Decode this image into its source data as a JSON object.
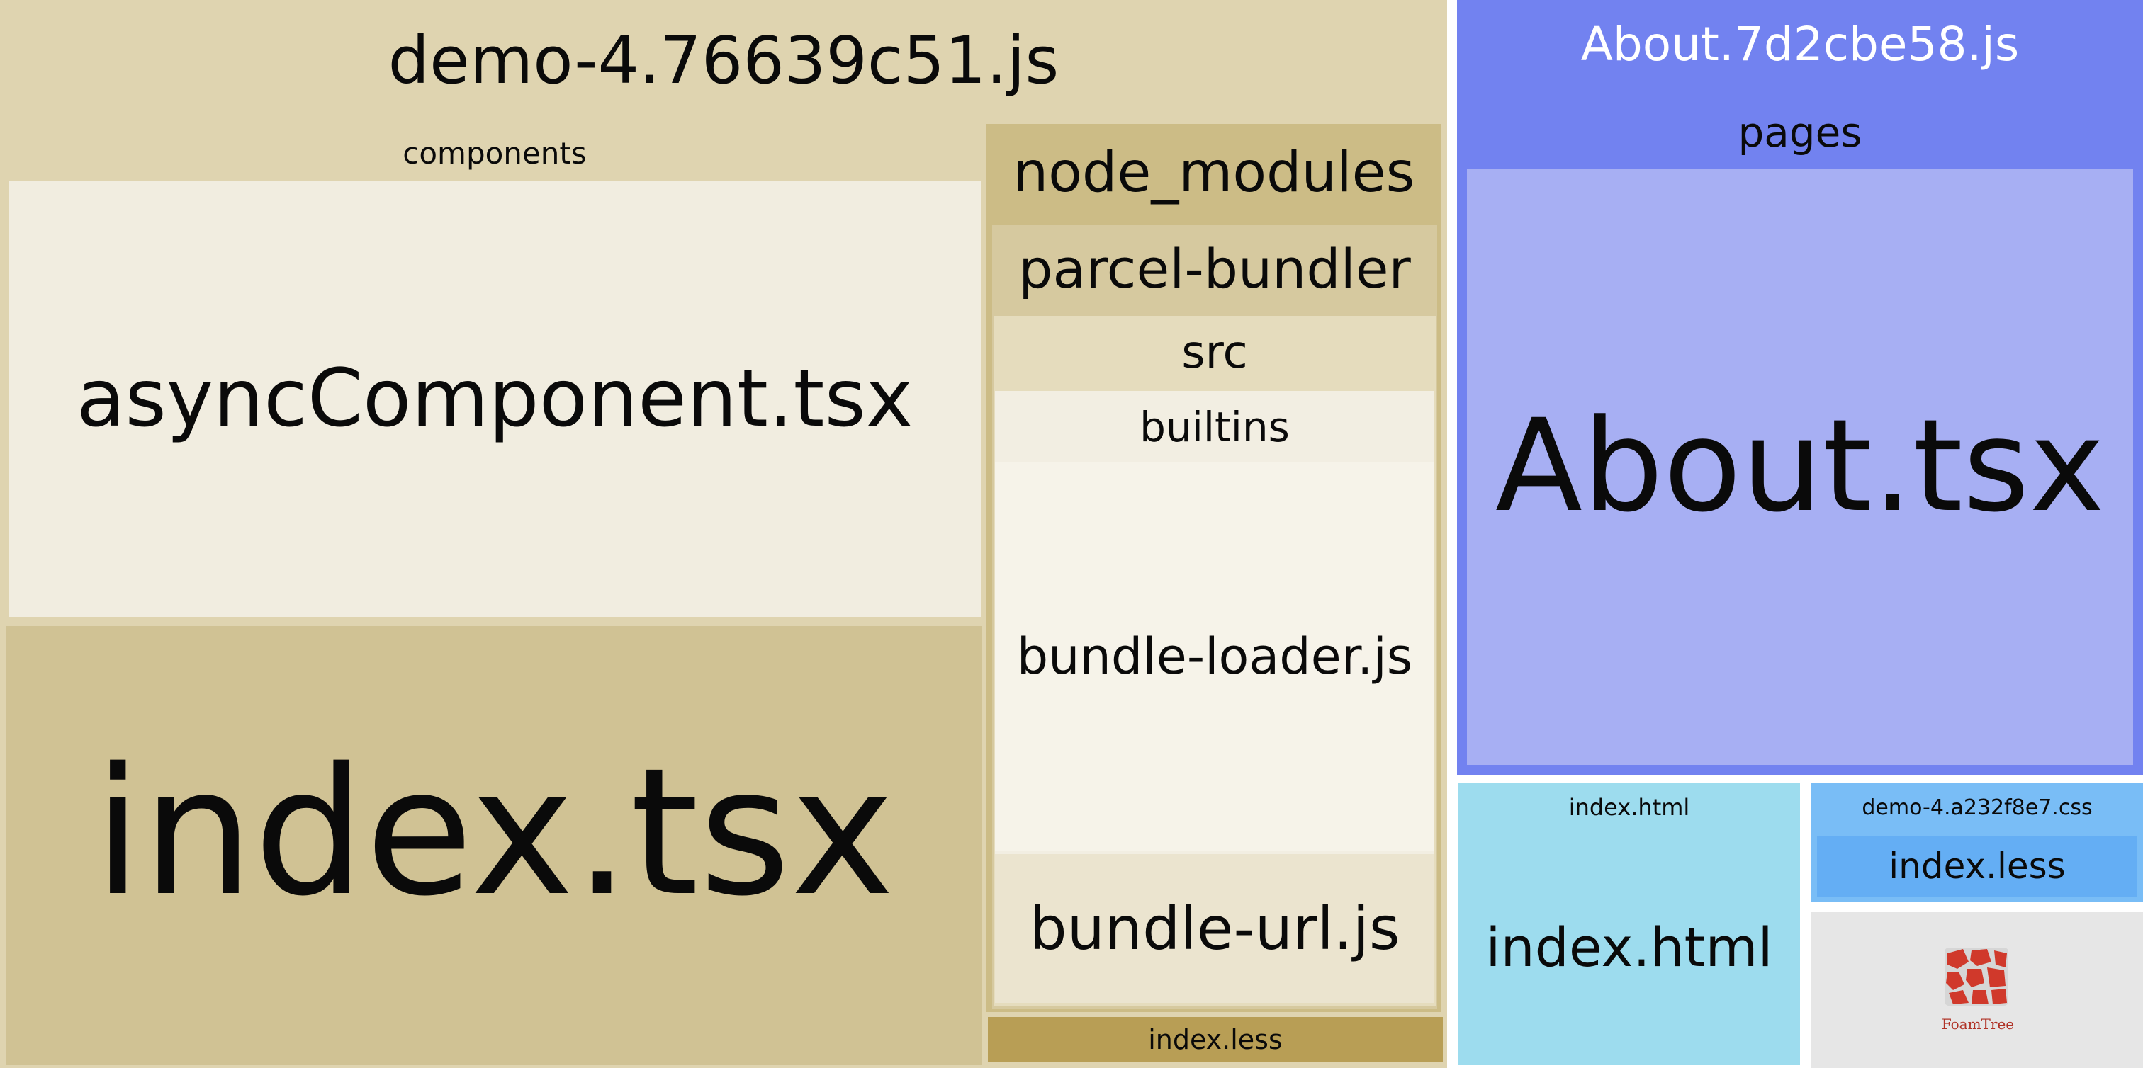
{
  "treemap": {
    "demo_bundle": {
      "title": "demo-4.76639c51.js",
      "components": {
        "label": "components",
        "async_component": "asyncComponent.tsx"
      },
      "index_tsx": "index.tsx",
      "node_modules": {
        "label": "node_modules",
        "parcel_bundler": {
          "label": "parcel-bundler",
          "src": {
            "label": "src",
            "builtins": {
              "label": "builtins",
              "bundle_loader": "bundle-loader.js",
              "bundle_url": "bundle-url.js"
            }
          }
        }
      },
      "index_less": "index.less"
    },
    "about_bundle": {
      "title": "About.7d2cbe58.js",
      "pages": {
        "label": "pages",
        "about_tsx": "About.tsx"
      }
    },
    "index_html_group": {
      "title": "index.html",
      "file": "index.html"
    },
    "css_bundle": {
      "title": "demo-4.a232f8e7.css",
      "index_less": "index.less"
    },
    "foamtree": {
      "label": "FoamTree"
    }
  },
  "colors": {
    "demo_bg": "#dfd4b0",
    "async_component": "#f1ede0",
    "index_tsx": "#d0c294",
    "node_modules": "#ccbc86",
    "parcel_bundler": "#d6c99f",
    "src": "#e5dcbd",
    "builtins": "#f2eee2",
    "bundle_loader": "#f6f3e9",
    "bundle_url": "#ebe4cf",
    "index_less_demo": "#b89e55",
    "about_bg": "#7282f0",
    "about_tsx": "#a7aff3",
    "index_html": "#9ddcee",
    "css_bg": "#79bdf6",
    "css_index_less": "#64aef4",
    "foamtree_bg": "#e6e6e6",
    "foamtree_logo": "#d0392b"
  }
}
